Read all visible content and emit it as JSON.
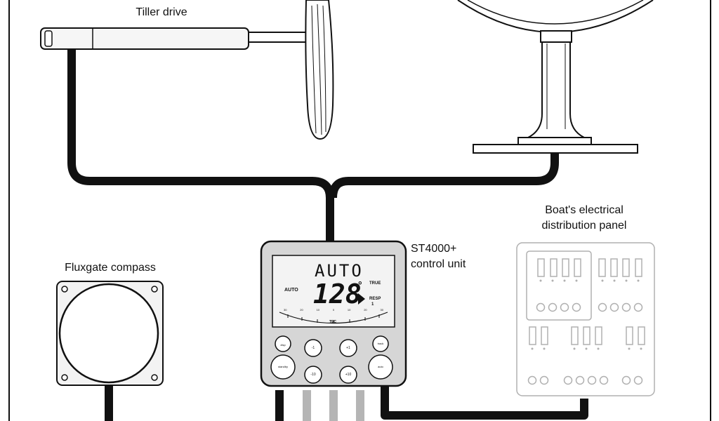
{
  "labels": {
    "tiller_drive": "Tiller drive",
    "electrical_panel": "Boat's electrical\ndistribution panel",
    "control_unit": "ST4000+\ncontrol unit",
    "fluxgate_compass": "Fluxgate compass"
  },
  "display": {
    "mode": "AUTO",
    "heading": "128",
    "degree": "°",
    "left_tag": "AUTO",
    "right_tag_1": "TRUE",
    "right_tag_2": "RESP",
    "right_tag_3": "1",
    "scale_caption": "TEC",
    "scale_ticks": [
      "30",
      "20",
      "10",
      "0",
      "10",
      "20",
      "30"
    ]
  },
  "buttons": {
    "disp": "disp",
    "minus_1": "-1",
    "plus_1": "+1",
    "track": "track",
    "standby": "standby",
    "minus_10": "-10",
    "plus_10": "+10",
    "auto": "auto"
  }
}
